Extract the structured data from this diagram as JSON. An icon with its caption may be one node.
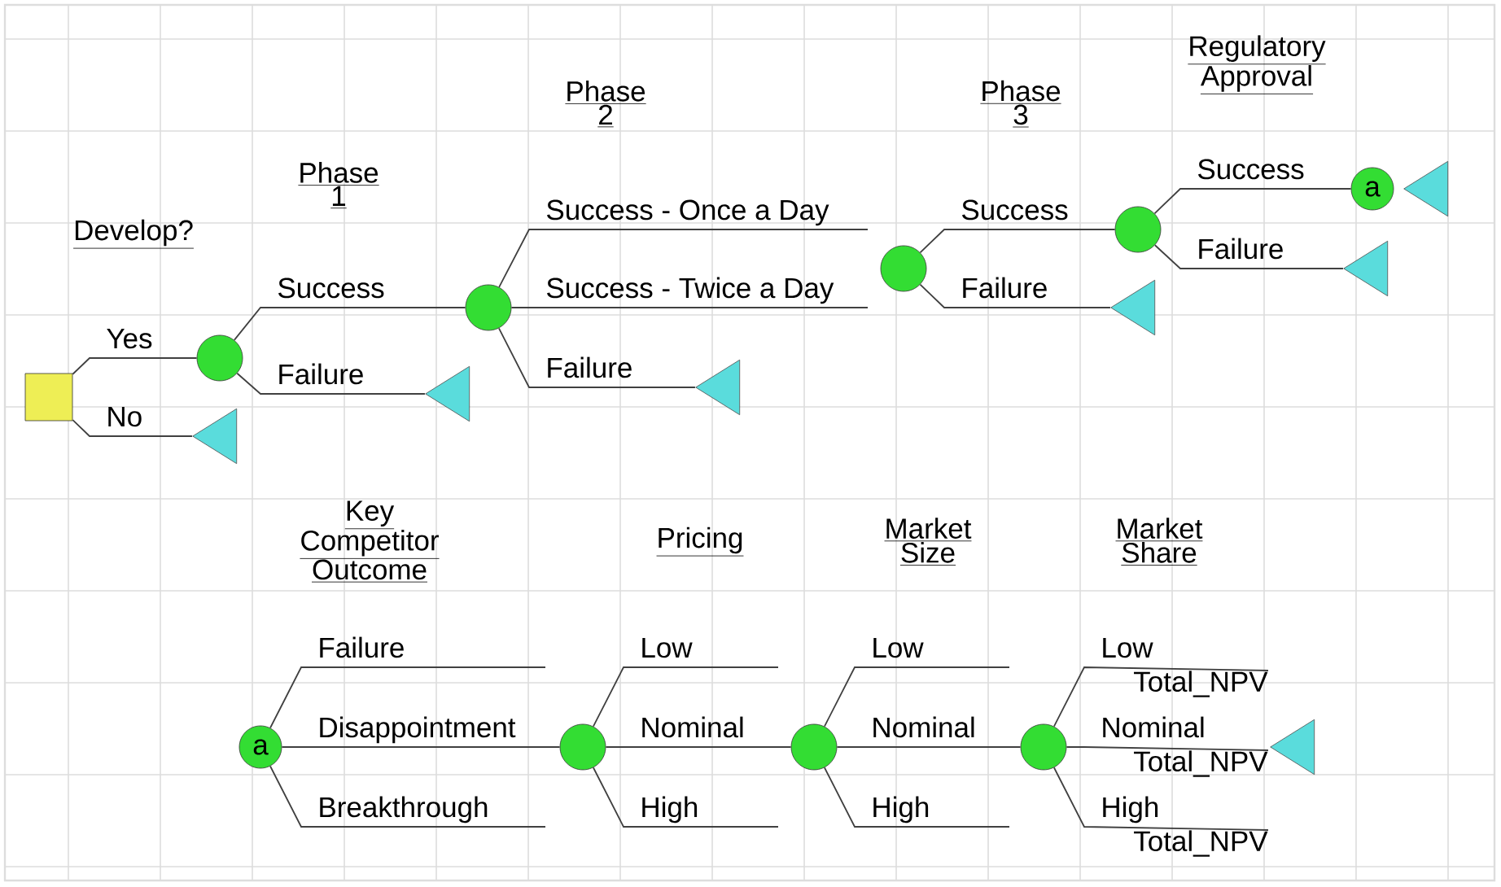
{
  "diagram": {
    "nodes": [
      {
        "text": [],
        "shape": "box"
      },
      {
        "text": [],
        "shape": "circle"
      },
      {
        "text": [],
        "shape": "triangle"
      },
      {
        "text": [],
        "shape": "triangle"
      },
      {
        "text": [],
        "shape": "circle"
      },
      {
        "text": [],
        "shape": "triangle"
      },
      {
        "text": [],
        "shape": "circle"
      },
      {
        "text": [],
        "shape": "triangle"
      },
      {
        "text": [],
        "shape": "circle"
      },
      {
        "text": [
          "a"
        ]
      },
      {
        "text": [],
        "shape": "triangle"
      },
      {
        "text": [],
        "shape": "triangle"
      },
      {
        "text": [
          "a"
        ]
      },
      {
        "text": [],
        "shape": "circle"
      },
      {
        "text": [],
        "shape": "circle"
      },
      {
        "text": [],
        "shape": "circle"
      },
      {
        "text": [],
        "shape": "triangle"
      },
      {
        "text": [
          "Total_NPV"
        ]
      },
      {
        "text": [
          "Total_NPV"
        ]
      },
      {
        "text": [
          "Total_NPV"
        ]
      }
    ],
    "edges": [
      {
        "from": 0,
        "to": 1,
        "arrow": "none",
        "label": "Yes"
      },
      {
        "from": 0,
        "to": 2,
        "arrow": "none",
        "label": "No"
      },
      {
        "from": 1,
        "to": 4,
        "arrow": "none",
        "label": "Success"
      },
      {
        "from": 1,
        "to": 3,
        "arrow": "none",
        "label": "Failure"
      },
      {
        "from": 4,
        "to": null,
        "arrow": "none",
        "label": "Success - Once a Day"
      },
      {
        "from": 4,
        "to": null,
        "arrow": "none",
        "label": "Success - Twice a Day"
      },
      {
        "from": 4,
        "to": 5,
        "arrow": "none",
        "label": "Failure"
      },
      {
        "from": 6,
        "to": 8,
        "arrow": "none",
        "label": "Success"
      },
      {
        "from": 6,
        "to": 7,
        "arrow": "none",
        "label": "Failure"
      },
      {
        "from": 8,
        "to": 9,
        "arrow": "none",
        "label": "Success"
      },
      {
        "from": 8,
        "to": 11,
        "arrow": "none",
        "label": "Failure"
      },
      {
        "from": 12,
        "to": null,
        "arrow": "none",
        "label": "Failure"
      },
      {
        "from": 12,
        "to": 13,
        "arrow": "none",
        "label": "Disappointment"
      },
      {
        "from": 12,
        "to": null,
        "arrow": "none",
        "label": "Breakthrough"
      },
      {
        "from": 13,
        "to": null,
        "arrow": "none",
        "label": "Low"
      },
      {
        "from": 13,
        "to": 14,
        "arrow": "none",
        "label": "Nominal"
      },
      {
        "from": 13,
        "to": null,
        "arrow": "none",
        "label": "High"
      },
      {
        "from": 14,
        "to": null,
        "arrow": "none",
        "label": "Low"
      },
      {
        "from": 14,
        "to": 15,
        "arrow": "none",
        "label": "Nominal"
      },
      {
        "from": 14,
        "to": null,
        "arrow": "none",
        "label": "High"
      },
      {
        "from": 15,
        "to": 17,
        "arrow": "none",
        "label": "Low"
      },
      {
        "from": 15,
        "to": 18,
        "arrow": "none",
        "label": "Nominal"
      },
      {
        "from": 15,
        "to": 19,
        "arrow": "none",
        "label": "High"
      }
    ],
    "labels": [
      "Regulatory Approval",
      "Phase 2",
      "Phase 3",
      "Phase 1",
      "Develop?",
      "Key Competitor Outcome",
      "Pricing",
      "Market Size",
      "Market Share"
    ]
  }
}
